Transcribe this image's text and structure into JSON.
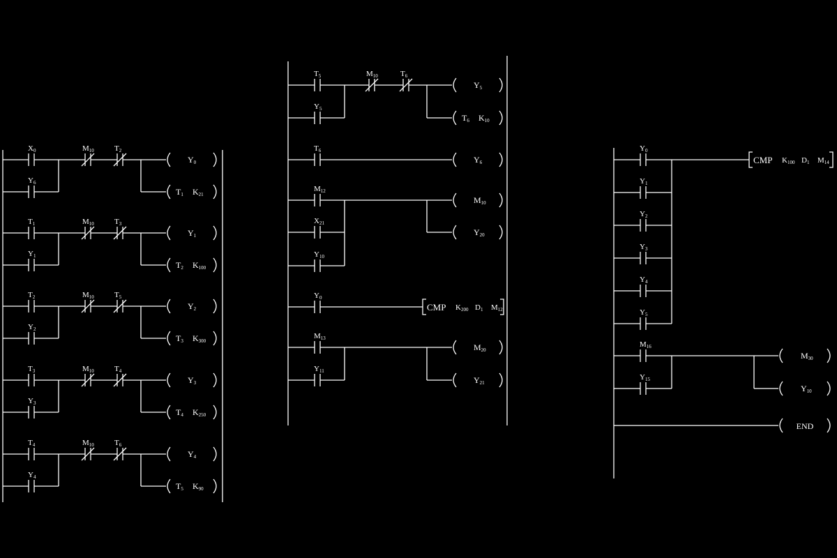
{
  "left_ladder": {
    "rungs": [
      {
        "contact_main": {
          "base": "X",
          "sub": "0"
        },
        "contact_branch": {
          "base": "Y",
          "sub": "6"
        },
        "nc1": {
          "base": "M",
          "sub": "10"
        },
        "nc2": {
          "base": "T",
          "sub": "2"
        },
        "coil": {
          "base": "Y",
          "sub": "0"
        },
        "timer": {
          "t_base": "T",
          "t_sub": "1",
          "k_base": "K",
          "k_sub": "21"
        }
      },
      {
        "contact_main": {
          "base": "T",
          "sub": "1"
        },
        "contact_branch": {
          "base": "Y",
          "sub": "1"
        },
        "nc1": {
          "base": "M",
          "sub": "10"
        },
        "nc2": {
          "base": "T",
          "sub": "3"
        },
        "coil": {
          "base": "Y",
          "sub": "1"
        },
        "timer": {
          "t_base": "T",
          "t_sub": "2",
          "k_base": "K",
          "k_sub": "100"
        }
      },
      {
        "contact_main": {
          "base": "T",
          "sub": "2"
        },
        "contact_branch": {
          "base": "Y",
          "sub": "2"
        },
        "nc1": {
          "base": "M",
          "sub": "10"
        },
        "nc2": {
          "base": "T",
          "sub": "5"
        },
        "coil": {
          "base": "Y",
          "sub": "2"
        },
        "timer": {
          "t_base": "T",
          "t_sub": "3",
          "k_base": "K",
          "k_sub": "300"
        }
      },
      {
        "contact_main": {
          "base": "T",
          "sub": "3"
        },
        "contact_branch": {
          "base": "Y",
          "sub": "3"
        },
        "nc1": {
          "base": "M",
          "sub": "10"
        },
        "nc2": {
          "base": "T",
          "sub": "4"
        },
        "coil": {
          "base": "Y",
          "sub": "3"
        },
        "timer": {
          "t_base": "T",
          "t_sub": "4",
          "k_base": "K",
          "k_sub": "250"
        }
      },
      {
        "contact_main": {
          "base": "T",
          "sub": "4"
        },
        "contact_branch": {
          "base": "Y",
          "sub": "4"
        },
        "nc1": {
          "base": "M",
          "sub": "10"
        },
        "nc2": {
          "base": "T",
          "sub": "6"
        },
        "coil": {
          "base": "Y",
          "sub": "4"
        },
        "timer": {
          "t_base": "T",
          "t_sub": "5",
          "k_base": "K",
          "k_sub": "90"
        }
      }
    ]
  },
  "middle_ladder": {
    "rung1": {
      "contact_main": {
        "base": "T",
        "sub": "5"
      },
      "contact_branch": {
        "base": "Y",
        "sub": "5"
      },
      "nc1": {
        "base": "M",
        "sub": "10"
      },
      "nc2": {
        "base": "T",
        "sub": "6"
      },
      "coil": {
        "base": "Y",
        "sub": "5"
      },
      "timer": {
        "t_base": "T",
        "t_sub": "6",
        "k_base": "K",
        "k_sub": "10"
      }
    },
    "rung2": {
      "contact": {
        "base": "T",
        "sub": "6"
      },
      "coil": {
        "base": "Y",
        "sub": "6"
      }
    },
    "rung3": {
      "contact_main": {
        "base": "M",
        "sub": "12"
      },
      "contact_branch1": {
        "base": "X",
        "sub": "21"
      },
      "contact_branch2": {
        "base": "Y",
        "sub": "10"
      },
      "coil1": {
        "base": "M",
        "sub": "10"
      },
      "coil2": {
        "base": "Y",
        "sub": "20"
      }
    },
    "rung4": {
      "contact": {
        "base": "Y",
        "sub": "0"
      },
      "cmp": {
        "op": "CMP",
        "k_base": "K",
        "k_sub": "200",
        "d_base": "D",
        "d_sub": "1",
        "m_base": "M",
        "m_sub": "12"
      }
    },
    "rung5": {
      "contact_main": {
        "base": "M",
        "sub": "13"
      },
      "contact_branch": {
        "base": "Y",
        "sub": "11"
      },
      "coil1": {
        "base": "M",
        "sub": "20"
      },
      "coil2": {
        "base": "Y",
        "sub": "21"
      }
    }
  },
  "right_ladder": {
    "rung1": {
      "contacts": [
        {
          "base": "Y",
          "sub": "0"
        },
        {
          "base": "Y",
          "sub": "1"
        },
        {
          "base": "Y",
          "sub": "2"
        },
        {
          "base": "Y",
          "sub": "3"
        },
        {
          "base": "Y",
          "sub": "4"
        },
        {
          "base": "Y",
          "sub": "5"
        }
      ],
      "cmp": {
        "op": "CMP",
        "k_base": "K",
        "k_sub": "100",
        "d_base": "D",
        "d_sub": "1",
        "m_base": "M",
        "m_sub": "14"
      }
    },
    "rung2": {
      "contact_main": {
        "base": "M",
        "sub": "16"
      },
      "contact_branch": {
        "base": "Y",
        "sub": "15"
      },
      "coil1": {
        "base": "M",
        "sub": "30"
      },
      "coil2": {
        "base": "Y",
        "sub": "10"
      }
    },
    "end_label": "END"
  }
}
